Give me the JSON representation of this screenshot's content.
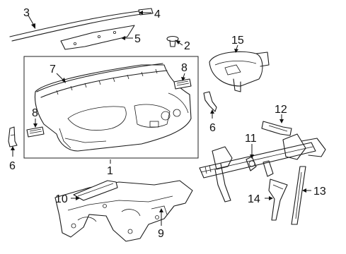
{
  "callouts": {
    "c1": "1",
    "c2": "2",
    "c3": "3",
    "c4": "4",
    "c5": "5",
    "c6a": "6",
    "c6b": "6",
    "c7": "7",
    "c8a": "8",
    "c8b": "8",
    "c9": "9",
    "c10": "10",
    "c11": "11",
    "c12": "12",
    "c13": "13",
    "c14": "14",
    "c15": "15"
  }
}
